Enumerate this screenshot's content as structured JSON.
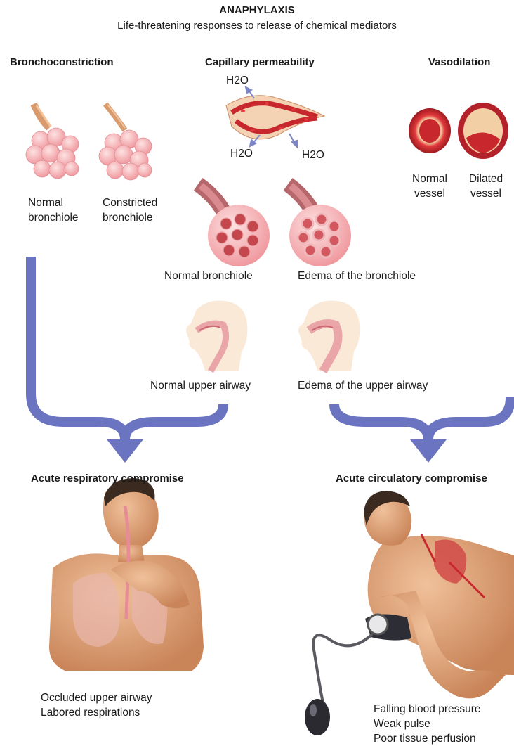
{
  "title": "ANAPHYLAXIS",
  "subtitle": "Life-threatening responses to release of chemical mediators",
  "columns": {
    "bronchoconstriction": {
      "heading": "Bronchoconstriction",
      "normal_label_1": "Normal",
      "normal_label_2": "bronchiole",
      "constricted_label_1": "Constricted",
      "constricted_label_2": "bronchiole"
    },
    "capillary": {
      "heading": "Capillary permeability",
      "water_labels": [
        "H2O",
        "H2O",
        "H2O"
      ],
      "normal_bronchiole": "Normal bronchiole",
      "edema_bronchiole": "Edema of the bronchiole",
      "normal_airway": "Normal upper airway",
      "edema_airway": "Edema of the upper airway"
    },
    "vasodilation": {
      "heading": "Vasodilation",
      "normal_label_1": "Normal",
      "normal_label_2": "vessel",
      "dilated_label_1": "Dilated",
      "dilated_label_2": "vessel"
    }
  },
  "outcomes": {
    "respiratory": {
      "heading": "Acute respiratory compromise",
      "signs": [
        "Occluded upper airway",
        "Labored respirations"
      ]
    },
    "circulatory": {
      "heading": "Acute circulatory compromise",
      "signs": [
        "Falling blood pressure",
        "Weak pulse",
        "Poor tissue perfusion"
      ]
    }
  },
  "colors": {
    "arrow": "#6b74c0",
    "alveoli": "#f6b5b8",
    "vessel": "#c8282d",
    "skin": "#d99a70"
  }
}
